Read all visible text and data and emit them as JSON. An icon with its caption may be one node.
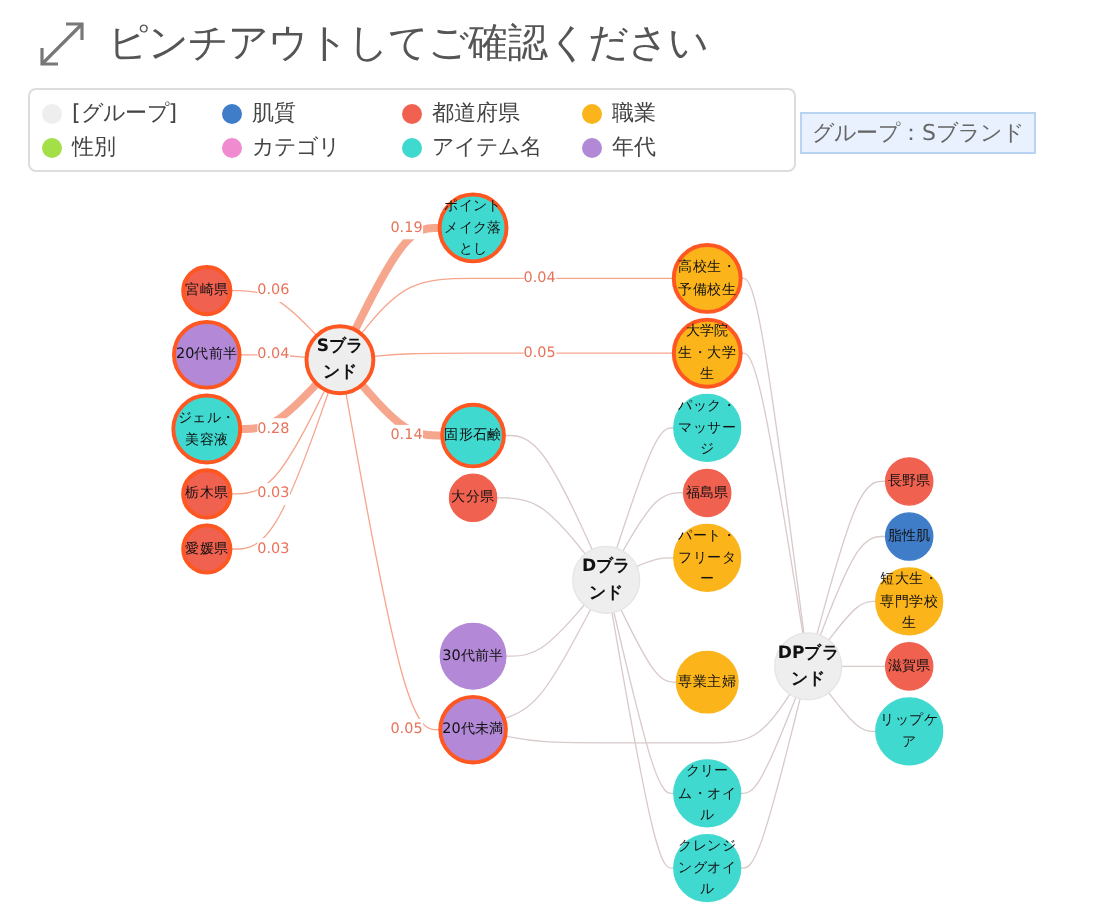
{
  "diagram": {
    "title": "ピンチアウトしてご確認ください",
    "nodes": [
      {
        "text": [
          "Sブランド"
        ]
      },
      {
        "text": [
          "宮崎県"
        ]
      },
      {
        "text": [
          "20代前半"
        ]
      },
      {
        "text": [
          "ジェル・美容液"
        ]
      },
      {
        "text": [
          "栃木県"
        ]
      },
      {
        "text": [
          "愛媛県"
        ]
      },
      {
        "text": [
          "ポイントメイク落とし"
        ]
      },
      {
        "text": [
          "固形石鹸"
        ]
      },
      {
        "text": [
          "高校生・予備校生"
        ]
      },
      {
        "text": [
          "大学院生・大学生"
        ]
      },
      {
        "text": [
          "20代未満"
        ]
      },
      {
        "text": [
          "Dブランド"
        ]
      },
      {
        "text": [
          "大分県"
        ]
      },
      {
        "text": [
          "30代前半"
        ]
      },
      {
        "text": [
          "パック・マッサージ"
        ]
      },
      {
        "text": [
          "福島県"
        ]
      },
      {
        "text": [
          "パート・フリーター"
        ]
      },
      {
        "text": [
          "専業主婦"
        ]
      },
      {
        "text": [
          "クリーム・オイル"
        ]
      },
      {
        "text": [
          "クレンジングオイル"
        ]
      },
      {
        "text": [
          "DPブランド"
        ]
      },
      {
        "text": [
          "長野県"
        ]
      },
      {
        "text": [
          "脂性肌"
        ]
      },
      {
        "text": [
          "短大生・専門学校生"
        ]
      },
      {
        "text": [
          "滋賀県"
        ]
      },
      {
        "text": [
          "リップケア"
        ]
      }
    ],
    "edges": [
      {
        "from": 0,
        "to": 1,
        "arrow": "none",
        "label": "0.06",
        "color": "#f7a68e"
      },
      {
        "from": 0,
        "to": 2,
        "arrow": "none",
        "label": "0.04",
        "color": "#f7a68e"
      },
      {
        "from": 0,
        "to": 3,
        "arrow": "none",
        "label": "0.28",
        "style": "thick",
        "color": "#f7a68e"
      },
      {
        "from": 0,
        "to": 4,
        "arrow": "none",
        "label": "0.03",
        "color": "#f7a68e"
      },
      {
        "from": 0,
        "to": 5,
        "arrow": "none",
        "label": "0.03",
        "color": "#f7a68e"
      },
      {
        "from": 0,
        "to": 6,
        "arrow": "none",
        "label": "0.19",
        "style": "thick",
        "color": "#f7a68e"
      },
      {
        "from": 0,
        "to": 7,
        "arrow": "none",
        "label": "0.14",
        "style": "thick",
        "color": "#f7a68e"
      },
      {
        "from": 0,
        "to": 8,
        "arrow": "none",
        "label": "0.04",
        "color": "#f7a68e"
      },
      {
        "from": 0,
        "to": 9,
        "arrow": "none",
        "label": "0.05",
        "color": "#f7a68e"
      },
      {
        "from": 0,
        "to": 10,
        "arrow": "none",
        "label": "0.05",
        "color": "#f7a68e"
      },
      {
        "from": 11,
        "to": 7,
        "arrow": "none"
      },
      {
        "from": 11,
        "to": 12,
        "arrow": "none"
      },
      {
        "from": 11,
        "to": 13,
        "arrow": "none"
      },
      {
        "from": 11,
        "to": 14,
        "arrow": "none"
      },
      {
        "from": 11,
        "to": 15,
        "arrow": "none"
      },
      {
        "from": 11,
        "to": 16,
        "arrow": "none"
      },
      {
        "from": 11,
        "to": 17,
        "arrow": "none"
      },
      {
        "from": 11,
        "to": 10,
        "arrow": "none"
      },
      {
        "from": 11,
        "to": 18,
        "arrow": "none"
      },
      {
        "from": 11,
        "to": 19,
        "arrow": "none"
      },
      {
        "from": 20,
        "to": 8,
        "arrow": "none"
      },
      {
        "from": 20,
        "to": 9,
        "arrow": "none"
      },
      {
        "from": 20,
        "to": 10,
        "arrow": "none"
      },
      {
        "from": 20,
        "to": 18,
        "arrow": "none"
      },
      {
        "from": 20,
        "to": 19,
        "arrow": "none"
      },
      {
        "from": 20,
        "to": 21,
        "arrow": "none"
      },
      {
        "from": 20,
        "to": 22,
        "arrow": "none"
      },
      {
        "from": 20,
        "to": 23,
        "arrow": "none"
      },
      {
        "from": 20,
        "to": 24,
        "arrow": "none"
      },
      {
        "from": 20,
        "to": 25,
        "arrow": "none"
      }
    ],
    "labels": [
      "グループ：Sブランド"
    ],
    "legend": [
      {
        "text": "[グループ]",
        "color": "#eeeeee"
      },
      {
        "text": "肌質",
        "color": "#3f7dc9"
      },
      {
        "text": "都道府県",
        "color": "#f0614f"
      },
      {
        "text": "職業",
        "color": "#fbb41a"
      },
      {
        "text": "性別",
        "color": "#a3e048"
      },
      {
        "text": "カテゴリ",
        "color": "#f08bd0"
      },
      {
        "text": "アイテム名",
        "color": "#40d9cf"
      },
      {
        "text": "年代",
        "color": "#b388d6"
      }
    ]
  }
}
